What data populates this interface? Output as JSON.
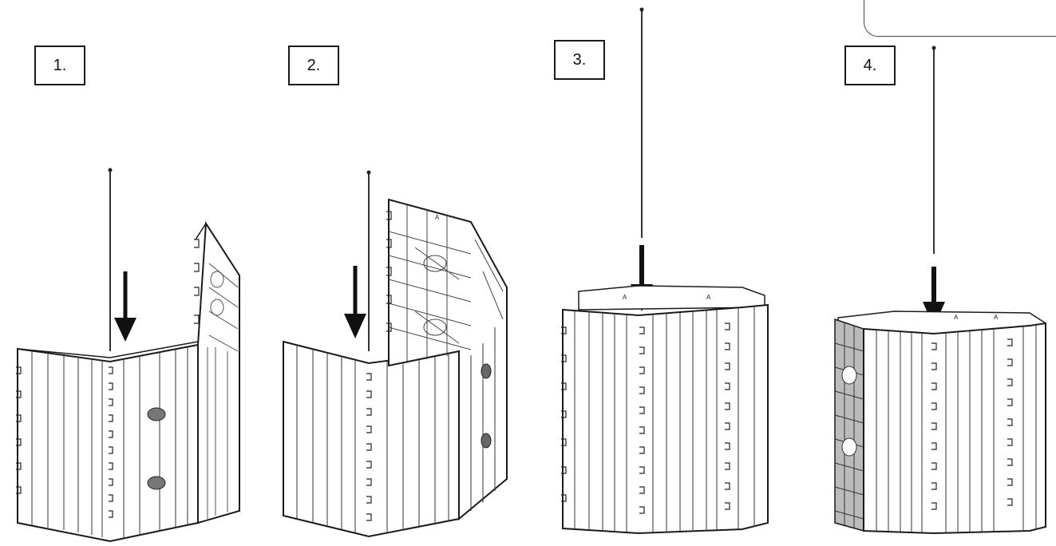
{
  "steps": [
    {
      "label": "1."
    },
    {
      "label": "2."
    },
    {
      "label": "3."
    },
    {
      "label": "4."
    }
  ],
  "colors": {
    "line": "#1a1a1a",
    "panel": "#ffffff",
    "hatch": "#555555",
    "arrow": "#111111"
  }
}
